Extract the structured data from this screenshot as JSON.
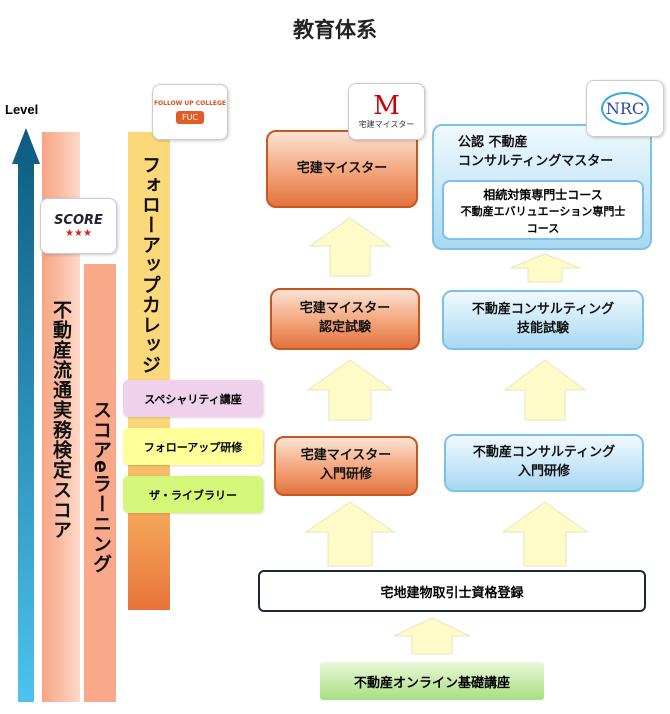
{
  "title": "教育体系",
  "level_label": "Level",
  "left_bars": {
    "score_exam": "不動産流通実務検定スコア",
    "score_elearning": "スコアeラーニング",
    "follow_up_college": "フォローアップカレッジ"
  },
  "logos": {
    "score": "SCORE",
    "fuc": "FOLLOW UP COLLEGE",
    "fuc_badge": "FUC",
    "tm": "宅建マイスター",
    "nrc": "NRC"
  },
  "side_courses": [
    "スペシャリティ講座",
    "フォローアップ研修",
    "ザ・ライブラリー"
  ],
  "orange_column": {
    "top": "宅建マイスター",
    "exam": [
      "宅建マイスター",
      "認定試験"
    ],
    "intro": [
      "宅建マイスター",
      "入門研修"
    ]
  },
  "blue_column": {
    "top": [
      "公認 不動産",
      "コンサルティングマスター"
    ],
    "sub": [
      "相続対策専門士コース",
      "不動産エバリュエーション専門士",
      "コース"
    ],
    "exam": [
      "不動産コンサルティング",
      "技能試験"
    ],
    "intro": [
      "不動産コンサルティング",
      "入門研修"
    ]
  },
  "registration": "宅地建物取引士資格登録",
  "online_basic": "不動産オンライン基礎講座"
}
